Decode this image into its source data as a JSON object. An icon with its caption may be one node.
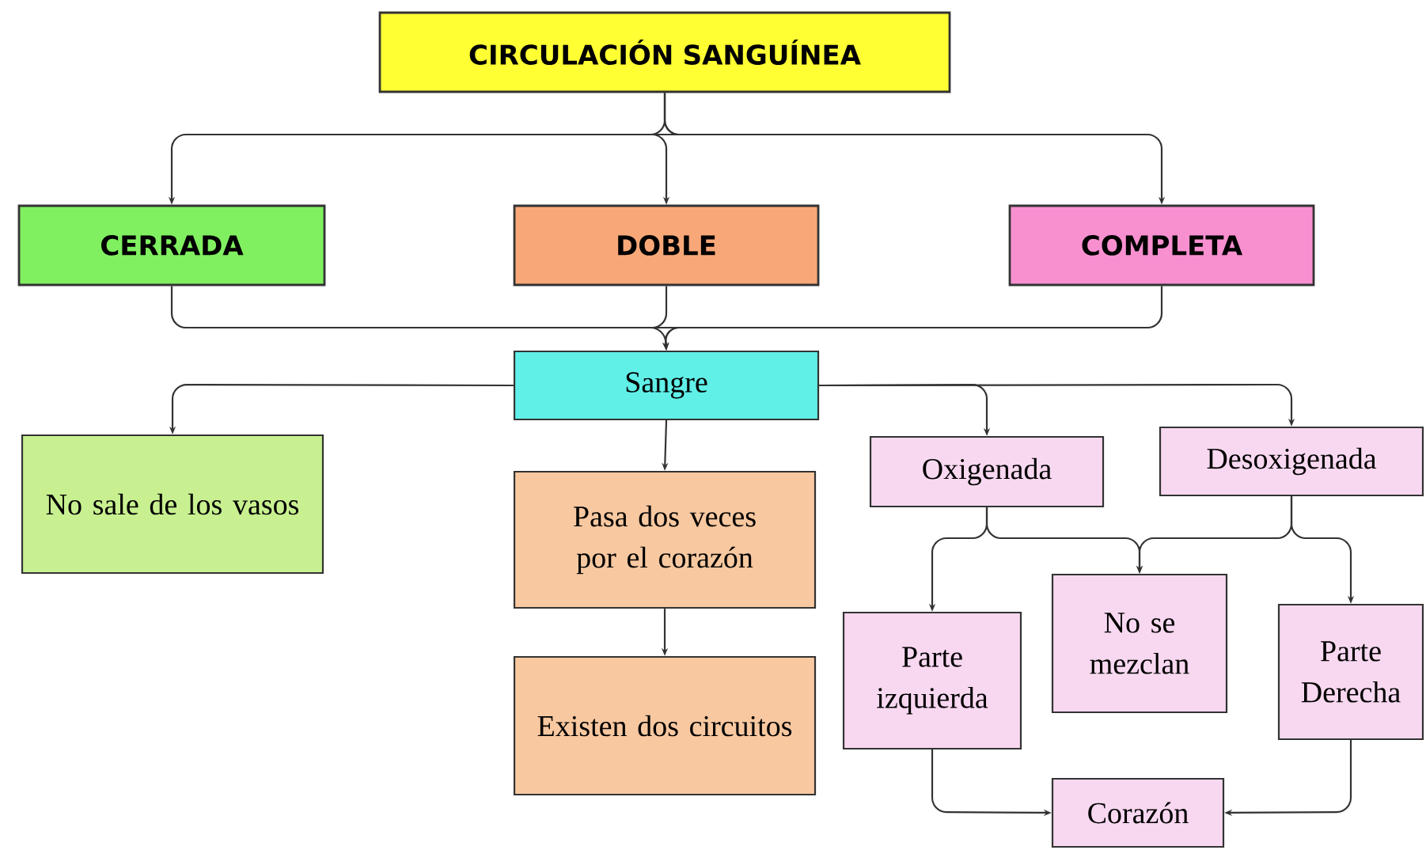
{
  "diagram": {
    "nodes": [
      {
        "text": [
          "CIRCULACIÓN SANGUÍNEA"
        ]
      },
      {
        "text": [
          "CERRADA"
        ]
      },
      {
        "text": [
          "DOBLE"
        ]
      },
      {
        "text": [
          "COMPLETA"
        ]
      },
      {
        "text": [
          "Sangre"
        ]
      },
      {
        "text": [
          "No sale de los vasos"
        ]
      },
      {
        "text": [
          "Pasa dos veces por el corazón"
        ]
      },
      {
        "text": [
          "Existen dos circuitos"
        ]
      },
      {
        "text": [
          "Oxigenada"
        ]
      },
      {
        "text": [
          "Desoxigenada"
        ]
      },
      {
        "text": [
          "Parte izquierda"
        ]
      },
      {
        "text": [
          "No se mezclan"
        ]
      },
      {
        "text": [
          "Parte Derecha"
        ]
      },
      {
        "text": [
          "Corazón"
        ]
      }
    ],
    "edges": [
      {
        "from": 0,
        "to": 1,
        "arrow": "to"
      },
      {
        "from": 0,
        "to": 2,
        "arrow": "to"
      },
      {
        "from": 0,
        "to": 3,
        "arrow": "to"
      },
      {
        "from": 1,
        "to": 4,
        "arrow": "to"
      },
      {
        "from": 2,
        "to": 4,
        "arrow": "to"
      },
      {
        "from": 3,
        "to": 4,
        "arrow": "to"
      },
      {
        "from": 4,
        "to": 5,
        "arrow": "to"
      },
      {
        "from": 4,
        "to": 6,
        "arrow": "to"
      },
      {
        "from": 4,
        "to": 8,
        "arrow": "to"
      },
      {
        "from": 4,
        "to": 9,
        "arrow": "to"
      },
      {
        "from": 6,
        "to": 7,
        "arrow": "to"
      },
      {
        "from": 8,
        "to": 10,
        "arrow": "to"
      },
      {
        "from": 8,
        "to": 11,
        "arrow": "to"
      },
      {
        "from": 9,
        "to": 11,
        "arrow": "to"
      },
      {
        "from": 9,
        "to": 12,
        "arrow": "to"
      },
      {
        "from": 10,
        "to": 13,
        "arrow": "to"
      },
      {
        "from": 12,
        "to": 13,
        "arrow": "to"
      }
    ]
  }
}
